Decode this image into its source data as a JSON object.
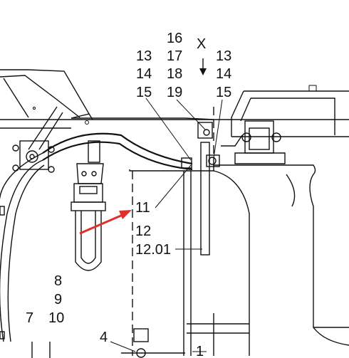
{
  "labels": {
    "callout_16": "16",
    "callout_17": "17",
    "callout_18": "18",
    "callout_19": "19",
    "view_x": "X",
    "callout_13_left": "13",
    "callout_14_left": "14",
    "callout_15_left": "15",
    "callout_13_right": "13",
    "callout_14_right": "14",
    "callout_15_right": "15",
    "callout_11": "11",
    "callout_12": "12",
    "callout_12_01": "12.01",
    "callout_8": "8",
    "callout_9": "9",
    "callout_10": "10",
    "callout_7": "7",
    "callout_4": "4",
    "callout_1": "1"
  },
  "colors": {
    "line": "#111111",
    "highlight_arrow": "#e0302a",
    "background": "#ffffff"
  }
}
